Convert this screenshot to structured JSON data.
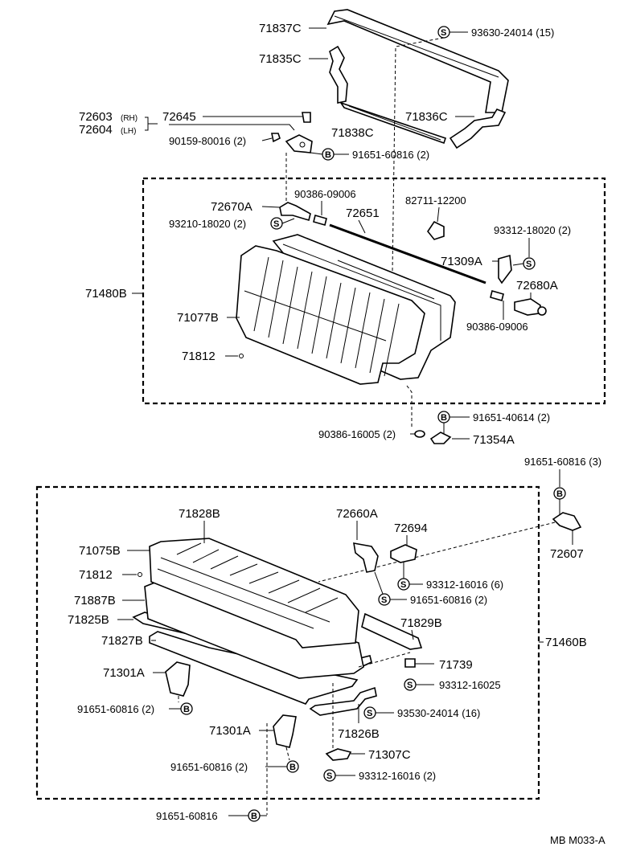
{
  "labels": {
    "p71837C": "71837C",
    "p71835C": "71835C",
    "p71836C": "71836C",
    "p71838C": "71838C",
    "p93630_24014_15": "93630-24014 (15)",
    "p72603": "72603",
    "p72603_side": "(RH)",
    "p72604": "72604",
    "p72604_side": "(LH)",
    "p72645": "72645",
    "p90159_80016": "90159-80016 (2)",
    "p91651_60816_2_top": "91651-60816 (2)",
    "p72670A": "72670A",
    "p90386_09006_a": "90386-09006",
    "p93210_18020": "93210-18020 (2)",
    "p72651": "72651",
    "p82711_12200": "82711-12200",
    "p93312_18020": "93312-18020 (2)",
    "p71309A": "71309A",
    "p72680A": "72680A",
    "p90386_09006_b": "90386-09006",
    "p71480B": "71480B",
    "p71077B": "71077B",
    "p71812_a": "71812",
    "p91651_40614": "91651-40614 (2)",
    "p90386_16005": "90386-16005 (2)",
    "p71354A": "71354A",
    "p91651_60816_3": "91651-60816 (3)",
    "p72607": "72607",
    "p71828B": "71828B",
    "p72660A": "72660A",
    "p72694": "72694",
    "p71075B": "71075B",
    "p71812_b": "71812",
    "p93312_16016_6": "93312-16016 (6)",
    "p91651_60816_2_mid": "91651-60816 (2)",
    "p71887B": "71887B",
    "p71825B": "71825B",
    "p71829B": "71829B",
    "p71827B": "71827B",
    "p71460B": "71460B",
    "p71739": "71739",
    "p71301A_a": "71301A",
    "p93312_16025": "93312-16025",
    "p91651_60816_2_left": "91651-60816 (2)",
    "p93530_24014_16": "93530-24014 (16)",
    "p71301A_b": "71301A",
    "p71826B": "71826B",
    "p71307C": "71307C",
    "p91651_60816_2_low": "91651-60816 (2)",
    "p93312_16016_2": "93312-16016 (2)",
    "p91651_60816_bottom": "91651-60816",
    "code": "MB M033-A"
  },
  "symbols": {
    "s": "S",
    "b": "B"
  }
}
